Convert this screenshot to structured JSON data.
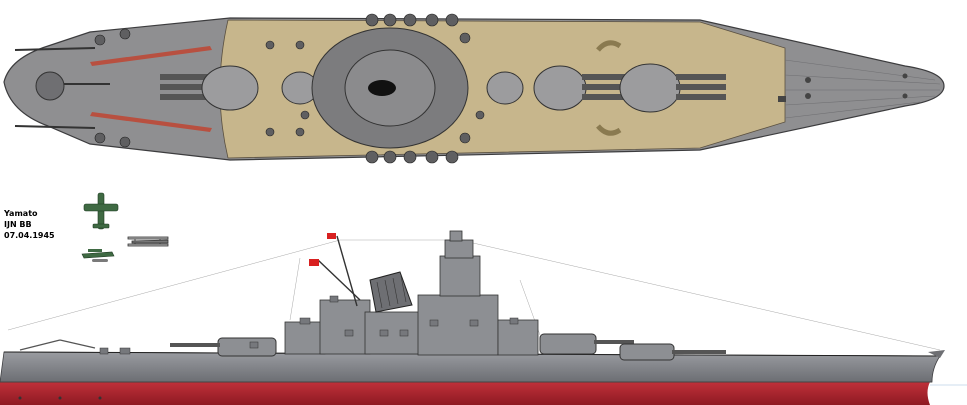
{
  "caption": {
    "ship_name": "Yamato",
    "ship_type": "IJN BB",
    "date": "07.04.1945"
  },
  "colors": {
    "deck_wood": "#c7b68c",
    "deck_steel": "#8f8f91",
    "hull_grey": "#7d7f84",
    "hull_red": "#b51f2b",
    "aircraft_green": "#3f6a43",
    "flag_red": "#d82020"
  }
}
